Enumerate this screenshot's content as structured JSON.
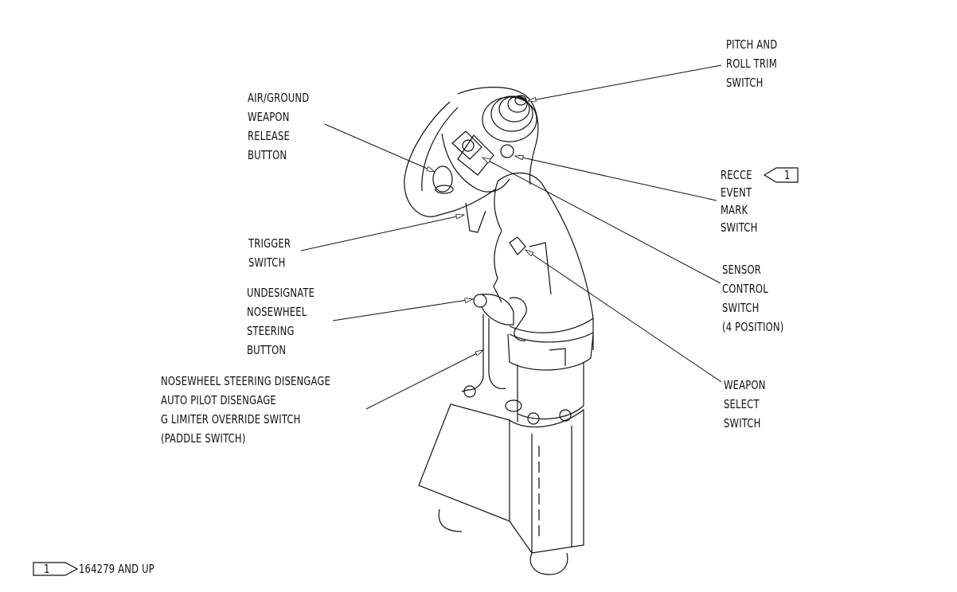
{
  "callouts": {
    "pitch_roll": [
      "PITCH AND",
      "ROLL TRIM",
      "SWITCH"
    ],
    "air_ground": [
      "AIR/GROUND",
      "WEAPON",
      "RELEASE",
      "BUTTON"
    ],
    "recce": [
      "RECCE",
      "EVENT",
      "MARK",
      "SWITCH"
    ],
    "recce_note_ref": "1",
    "trigger": [
      "TRIGGER",
      "SWITCH"
    ],
    "sensor": [
      "SENSOR",
      "CONTROL",
      "SWITCH",
      "(4 POSITION)"
    ],
    "undesignate": [
      "UNDESIGNATE",
      "NOSEWHEEL",
      "STEERING",
      "BUTTON"
    ],
    "weapon_select": [
      "WEAPON",
      "SELECT",
      "SWITCH"
    ],
    "paddle": [
      "NOSEWHEEL STEERING DISENGAGE",
      "AUTO PILOT DISENGAGE",
      "G LIMITER OVERRIDE SWITCH",
      "(PADDLE SWITCH)"
    ]
  },
  "footnote": {
    "ref": "1",
    "text": "164279 AND UP"
  }
}
